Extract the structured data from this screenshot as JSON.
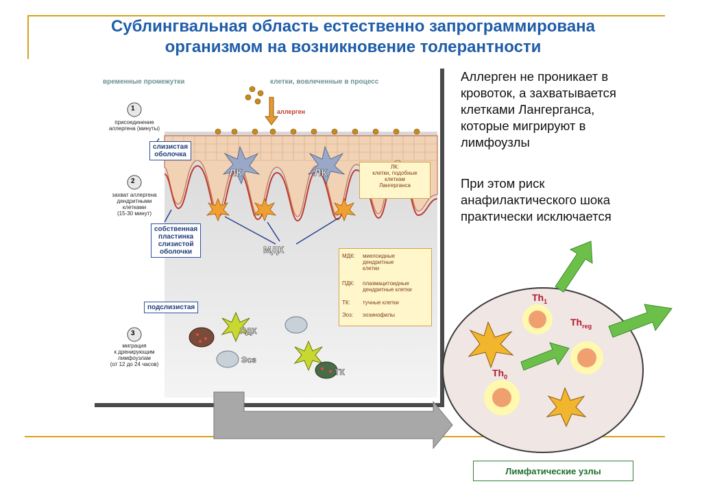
{
  "title": {
    "line1": "Сублингвальная область естественно запрограммирована",
    "line2": "организмом на возникновение толерантности"
  },
  "diagram": {
    "header_left": "временные промежутки",
    "header_right": "клетки, вовлеченные в процесс",
    "allergen": "аллерген",
    "step1": {
      "num": "1",
      "l1": "присоединение",
      "l2": "аллергена (минуты)"
    },
    "step2": {
      "num": "2",
      "l1": "захват аллергена",
      "l2": "дендритными",
      "l3": "клетками",
      "l4": "(15-30 минут)"
    },
    "step3": {
      "num": "3",
      "l1": "миграция",
      "l2": "к дренирующим",
      "l3": "лимфоузлам",
      "l4": "(от 12 до 24 часов)"
    },
    "mucosa": {
      "l1": "слизистая",
      "l2": "оболочка"
    },
    "lamina": {
      "l1": "собственная",
      "l2": "пластинка",
      "l3": "слизистой",
      "l4": "оболочки"
    },
    "submucosa": "подслизистая",
    "lk": "ЛК",
    "mdk": "МДК",
    "pdk": "ПДК",
    "eos": "Эоз",
    "tk": "ТК",
    "lk_box": {
      "l1": "ЛК:",
      "l2": "клетки, подобные",
      "l3": "клеткам",
      "l4": "Лангерганса"
    },
    "legend": [
      {
        "key": "МДК:",
        "l1": "миелоидные",
        "l2": "дендритные",
        "l3": "клетки"
      },
      {
        "key": "ПДК:",
        "l1": "плазмацитоидные",
        "l2": "дендритные клетки",
        "l3": ""
      },
      {
        "key": "ТК:",
        "l1": "тучные клетки",
        "l2": "",
        "l3": ""
      },
      {
        "key": "Эоз:",
        "l1": "эозинофилы",
        "l2": "",
        "l3": ""
      }
    ]
  },
  "text_block1": [
    "Аллерген не проникает в",
    "кровоток, а захватывается",
    "клетками Лангерганса,",
    "которые мигрируют в",
    "лимфоузлы"
  ],
  "text_block2": [
    "При этом риск",
    "анафилактического шока",
    "практически исключается"
  ],
  "lymph": {
    "th1": "Th",
    "th1_sub": "1",
    "threg": "Th",
    "threg_sub": "reg",
    "th0": "Th",
    "th0_sub": "0",
    "label": "Лимфатические узлы"
  },
  "colors": {
    "title": "#1f5da8",
    "accent_line": "#d4a017",
    "arrow_green": "#5cb85c",
    "label_green": "#1f6e2c"
  }
}
